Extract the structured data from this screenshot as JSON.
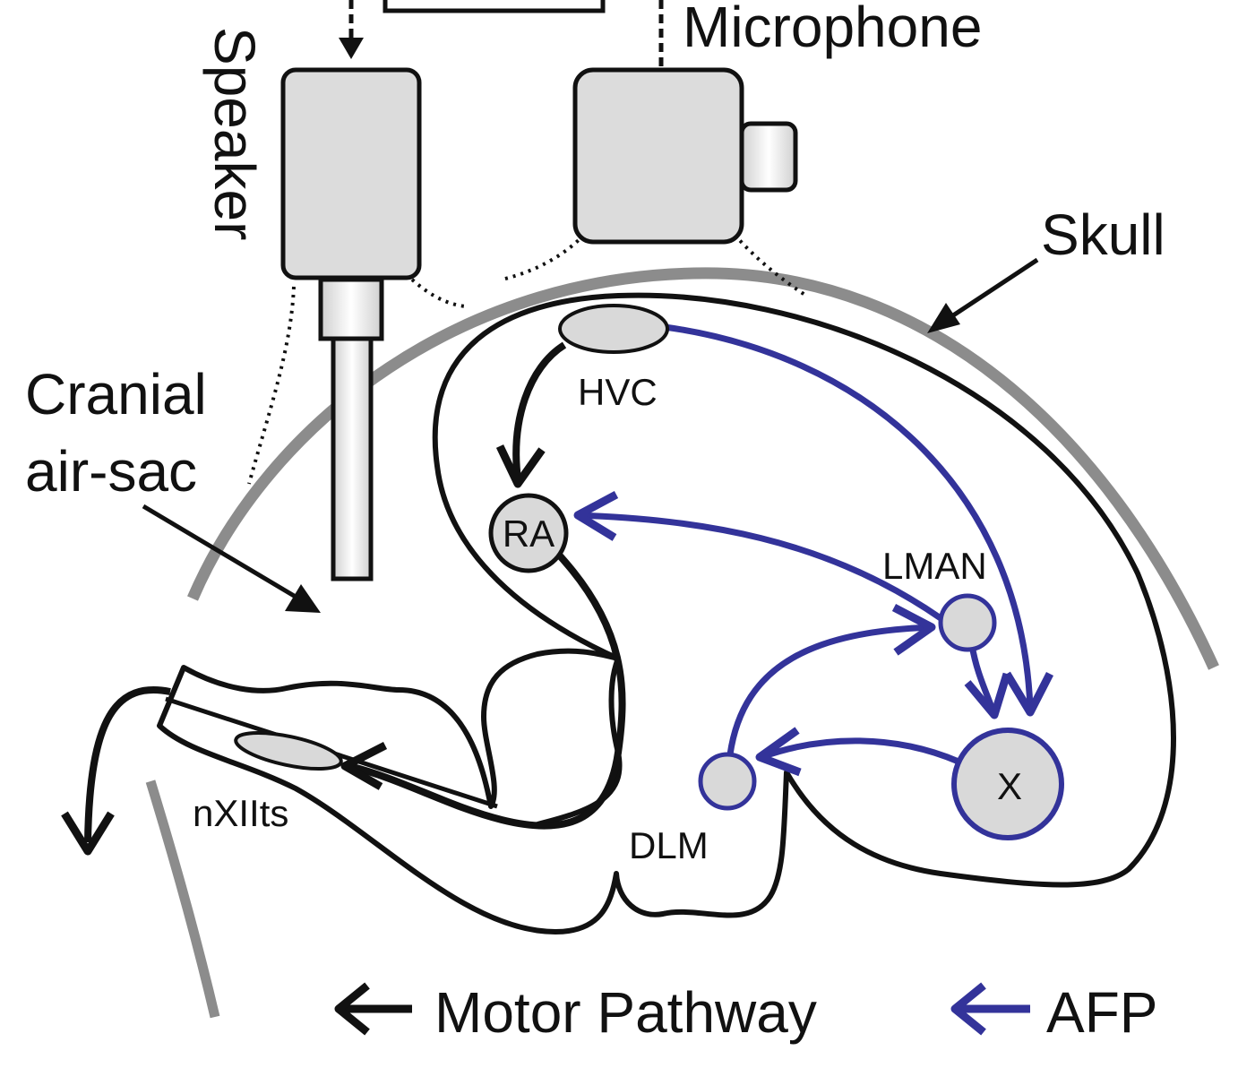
{
  "labels": {
    "microphone": "Microphone",
    "speaker": "Speaker",
    "skull": "Skull",
    "cranial_line1": "Cranial",
    "cranial_line2": "air-sac",
    "hvc": "HVC",
    "ra": "RA",
    "lman": "LMAN",
    "x": "X",
    "dlm": "DLM",
    "nxiits": "nXIIts"
  },
  "legend": {
    "motor": "Motor Pathway",
    "afp": "AFP"
  },
  "colors": {
    "motor": "#111111",
    "afp": "#33339a",
    "skull": "#8c8c8c",
    "nucleus_fill": "#d9d9d9",
    "device_fill": "#dcdcdc"
  }
}
